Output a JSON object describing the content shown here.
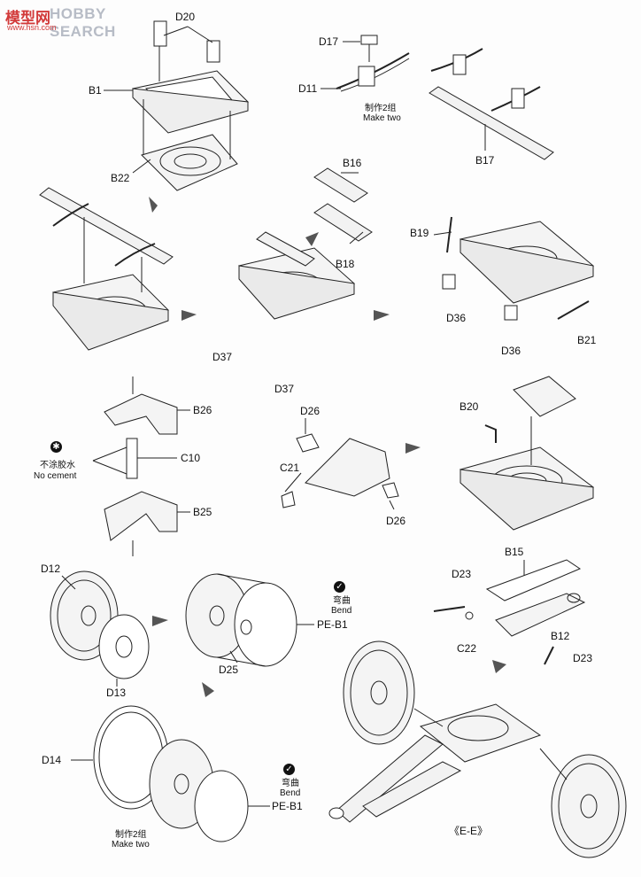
{
  "watermark": {
    "logo_text": "模型网",
    "brand_text": "HOBBY SEARCH",
    "url_text": "www.hsn.com"
  },
  "labels": {
    "d20": "D20",
    "b1": "B1",
    "b22": "B22",
    "d17": "D17",
    "d11": "D11",
    "make_two_cn_1": "制作2组",
    "make_two_en_1": "Make two",
    "b17": "B17",
    "b16": "B16",
    "b18": "B18",
    "b19": "B19",
    "d36_a": "D36",
    "d36_b": "D36",
    "b21": "B21",
    "d37_a": "D37",
    "d37_b": "D37",
    "b26": "B26",
    "c10": "C10",
    "b25": "B25",
    "no_cement_cn": "不涂胶水",
    "no_cement_en": "No cement",
    "d26_a": "D26",
    "c21": "C21",
    "d26_b": "D26",
    "b20": "B20",
    "d12": "D12",
    "d13": "D13",
    "d25": "D25",
    "bend_cn_1": "弯曲",
    "bend_en_1": "Bend",
    "pe_b1_a": "PE-B1",
    "b15": "B15",
    "d23_a": "D23",
    "c22": "C22",
    "b12": "B12",
    "d23_b": "D23",
    "d14": "D14",
    "bend_cn_2": "弯曲",
    "bend_en_2": "Bend",
    "pe_b1_b": "PE-B1",
    "make_two_cn_2": "制作2组",
    "make_two_en_2": "Make two",
    "view_label": "《E-E》"
  },
  "icons": {
    "no_cement": "no-cement-icon",
    "bend": "bend-icon"
  }
}
